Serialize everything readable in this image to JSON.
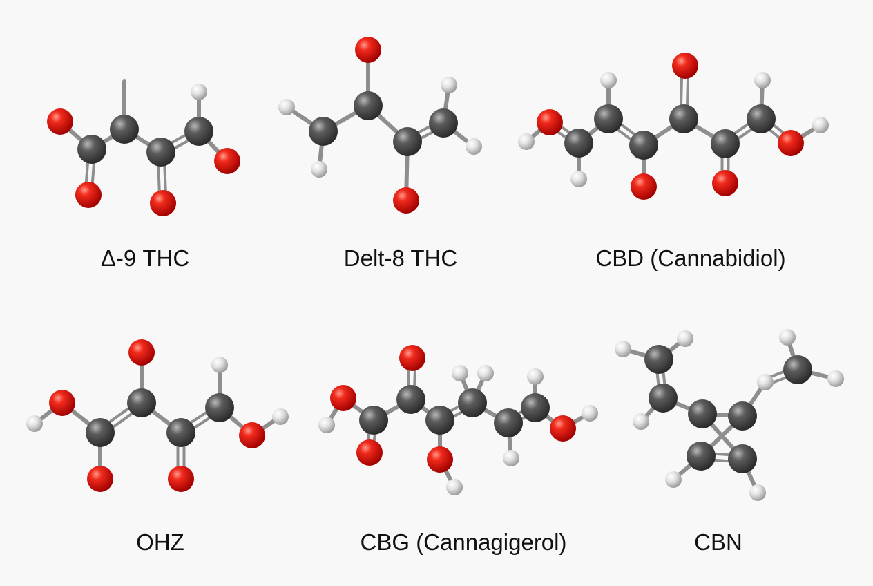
{
  "molecules": [
    {
      "label": "Δ-9 THC",
      "atoms": [
        {
          "el": "O"
        },
        {
          "el": "C"
        },
        {
          "el": "O"
        },
        {
          "el": "C"
        },
        {
          "el": "C"
        },
        {
          "el": "O"
        },
        {
          "el": "C"
        },
        {
          "el": "H"
        },
        {
          "el": "O"
        }
      ],
      "bonds": [
        [
          0,
          1,
          1
        ],
        [
          1,
          3,
          1
        ],
        [
          1,
          2,
          2
        ],
        [
          3,
          4,
          1
        ],
        [
          4,
          5,
          2
        ],
        [
          4,
          6,
          2
        ],
        [
          6,
          7,
          1
        ],
        [
          6,
          8,
          1
        ],
        [
          9,
          3,
          1
        ]
      ]
    },
    {
      "label": "Delt-8 THC",
      "atoms": [
        {
          "el": "O"
        },
        {
          "el": "C"
        },
        {
          "el": "H"
        },
        {
          "el": "C"
        },
        {
          "el": "H"
        },
        {
          "el": "C"
        },
        {
          "el": "O"
        },
        {
          "el": "C"
        },
        {
          "el": "H"
        },
        {
          "el": "H"
        }
      ],
      "bonds": [
        [
          0,
          1,
          1
        ],
        [
          1,
          3,
          1
        ],
        [
          3,
          2,
          1
        ],
        [
          3,
          4,
          1
        ],
        [
          1,
          5,
          1
        ],
        [
          5,
          6,
          1
        ],
        [
          5,
          7,
          2
        ],
        [
          7,
          8,
          1
        ],
        [
          7,
          9,
          1
        ]
      ]
    },
    {
      "label": "CBD (Cannabidiol)",
      "atoms": [
        {
          "el": "H"
        },
        {
          "el": "O"
        },
        {
          "el": "C"
        },
        {
          "el": "H"
        },
        {
          "el": "C"
        },
        {
          "el": "H"
        },
        {
          "el": "C"
        },
        {
          "el": "O"
        },
        {
          "el": "C"
        },
        {
          "el": "O"
        },
        {
          "el": "C"
        },
        {
          "el": "O"
        },
        {
          "el": "C"
        },
        {
          "el": "H"
        },
        {
          "el": "O"
        },
        {
          "el": "H"
        }
      ],
      "bonds": [
        [
          0,
          1,
          1
        ],
        [
          1,
          2,
          2
        ],
        [
          2,
          3,
          1
        ],
        [
          2,
          4,
          1
        ],
        [
          4,
          5,
          1
        ],
        [
          4,
          6,
          2
        ],
        [
          6,
          7,
          1
        ],
        [
          6,
          8,
          1
        ],
        [
          8,
          9,
          2
        ],
        [
          8,
          10,
          1
        ],
        [
          10,
          11,
          2
        ],
        [
          10,
          12,
          2
        ],
        [
          12,
          13,
          1
        ],
        [
          12,
          14,
          2
        ],
        [
          14,
          15,
          1
        ]
      ]
    },
    {
      "label": "OHZ",
      "atoms": [
        {
          "el": "H"
        },
        {
          "el": "O"
        },
        {
          "el": "C"
        },
        {
          "el": "O"
        },
        {
          "el": "C"
        },
        {
          "el": "O"
        },
        {
          "el": "C"
        },
        {
          "el": "O"
        },
        {
          "el": "C"
        },
        {
          "el": "H"
        },
        {
          "el": "O"
        },
        {
          "el": "H"
        }
      ],
      "bonds": [
        [
          0,
          1,
          1
        ],
        [
          1,
          2,
          1
        ],
        [
          2,
          3,
          1
        ],
        [
          2,
          4,
          2
        ],
        [
          4,
          5,
          1
        ],
        [
          4,
          6,
          1
        ],
        [
          6,
          7,
          2
        ],
        [
          6,
          8,
          2
        ],
        [
          8,
          9,
          1
        ],
        [
          8,
          10,
          1
        ],
        [
          10,
          11,
          1
        ]
      ]
    },
    {
      "label": "CBG (Cannagigerol)",
      "atoms": [
        {
          "el": "H"
        },
        {
          "el": "O"
        },
        {
          "el": "C"
        },
        {
          "el": "O"
        },
        {
          "el": "O"
        },
        {
          "el": "C"
        },
        {
          "el": "C"
        },
        {
          "el": "O"
        },
        {
          "el": "H"
        },
        {
          "el": "C"
        },
        {
          "el": "H"
        },
        {
          "el": "H"
        },
        {
          "el": "C"
        },
        {
          "el": "H"
        },
        {
          "el": "C"
        },
        {
          "el": "H"
        },
        {
          "el": "O"
        },
        {
          "el": "H"
        }
      ],
      "bonds": [
        [
          0,
          1,
          1
        ],
        [
          1,
          2,
          1
        ],
        [
          2,
          3,
          2
        ],
        [
          2,
          5,
          1
        ],
        [
          5,
          4,
          2
        ],
        [
          5,
          6,
          1
        ],
        [
          6,
          7,
          1
        ],
        [
          7,
          8,
          1
        ],
        [
          6,
          9,
          2
        ],
        [
          9,
          10,
          1
        ],
        [
          9,
          11,
          1
        ],
        [
          9,
          12,
          1
        ],
        [
          12,
          13,
          1
        ],
        [
          12,
          14,
          2
        ],
        [
          14,
          15,
          1
        ],
        [
          14,
          16,
          1
        ],
        [
          16,
          17,
          1
        ]
      ]
    },
    {
      "label": "CBN",
      "atoms": [
        {
          "el": "H"
        },
        {
          "el": "H"
        },
        {
          "el": "C"
        },
        {
          "el": "H"
        },
        {
          "el": "C"
        },
        {
          "el": "C"
        },
        {
          "el": "C"
        },
        {
          "el": "H"
        },
        {
          "el": "C"
        },
        {
          "el": "C"
        },
        {
          "el": "H"
        },
        {
          "el": "H"
        },
        {
          "el": "H"
        },
        {
          "el": "C"
        },
        {
          "el": "H"
        }
      ],
      "bonds": [
        [
          0,
          2,
          1
        ],
        [
          1,
          2,
          1
        ],
        [
          2,
          4,
          2
        ],
        [
          3,
          4,
          1
        ],
        [
          4,
          5,
          1
        ],
        [
          5,
          6,
          1
        ],
        [
          6,
          8,
          1
        ],
        [
          8,
          9,
          2
        ],
        [
          9,
          5,
          1
        ],
        [
          6,
          7,
          1
        ],
        [
          8,
          10,
          1
        ],
        [
          9,
          11,
          1
        ],
        [
          7,
          13,
          2
        ],
        [
          13,
          12,
          1
        ],
        [
          13,
          14,
          1
        ]
      ]
    }
  ],
  "colors": {
    "O": "#e01010",
    "C": "#555555",
    "H": "#dddddd",
    "bond": "#8e8e8e",
    "background": "#f8f8f8"
  }
}
